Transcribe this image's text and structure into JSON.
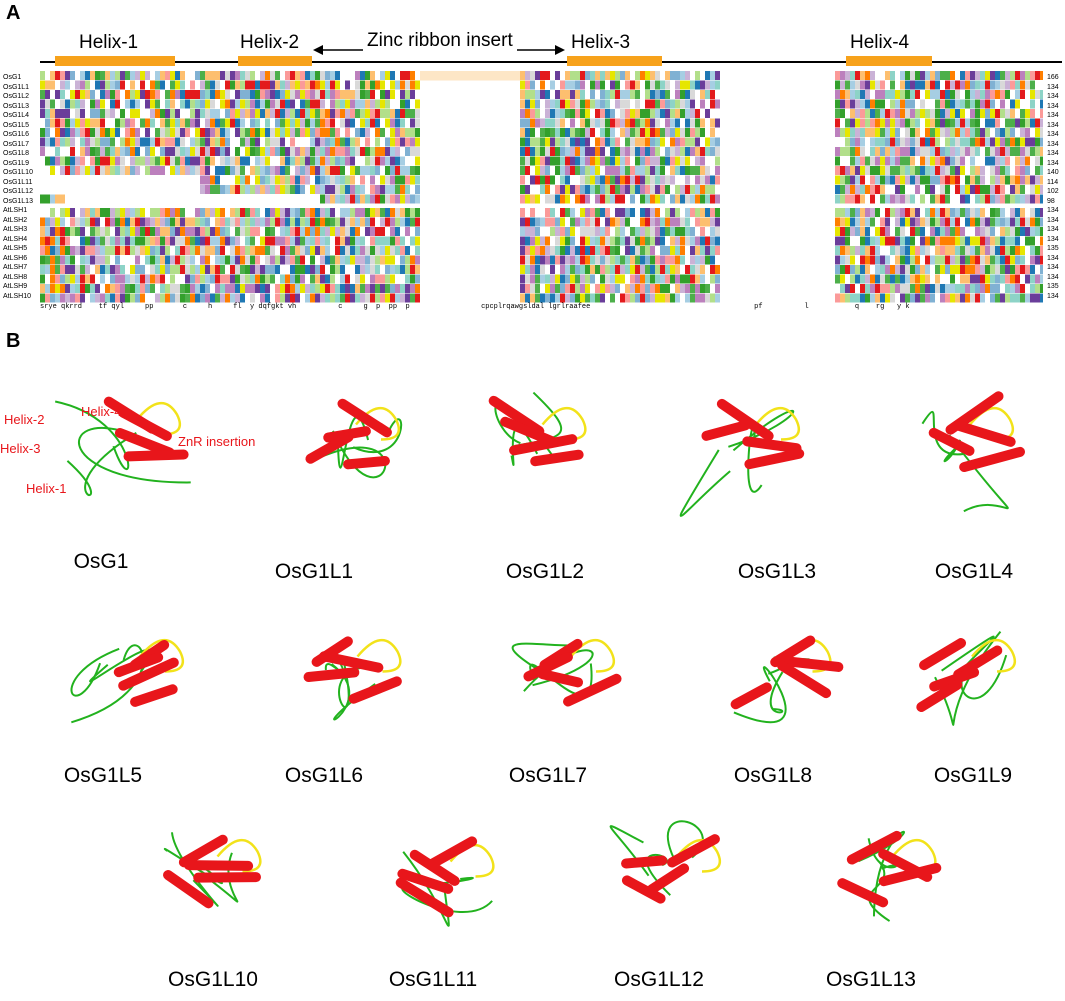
{
  "panel_a": {
    "letter": "A",
    "helices": [
      {
        "label": "Helix-1",
        "name": "helix-1"
      },
      {
        "label": "Helix-2",
        "name": "helix-2"
      },
      {
        "label": "Helix-3",
        "name": "helix-3"
      },
      {
        "label": "Helix-4",
        "name": "helix-4"
      }
    ],
    "zinc_ribbon_label": "Zinc ribbon insert",
    "sequences": [
      {
        "name": "OsG1",
        "length": "166"
      },
      {
        "name": "OsG1L1",
        "length": "134"
      },
      {
        "name": "OsG1L2",
        "length": "134"
      },
      {
        "name": "OsG1L3",
        "length": "134"
      },
      {
        "name": "OsG1L4",
        "length": "134"
      },
      {
        "name": "OsG1L5",
        "length": "134"
      },
      {
        "name": "OsG1L6",
        "length": "134"
      },
      {
        "name": "OsG1L7",
        "length": "134"
      },
      {
        "name": "OsG1L8",
        "length": "134"
      },
      {
        "name": "OsG1L9",
        "length": "134"
      },
      {
        "name": "OsG1L10",
        "length": "140"
      },
      {
        "name": "OsG1L11",
        "length": "114"
      },
      {
        "name": "OsG1L12",
        "length": "102"
      },
      {
        "name": "OsG1L13",
        "length": "98"
      },
      {
        "name": "AtLSH1",
        "length": "134"
      },
      {
        "name": "AtLSH2",
        "length": "134"
      },
      {
        "name": "AtLSH3",
        "length": "134"
      },
      {
        "name": "AtLSH4",
        "length": "134"
      },
      {
        "name": "AtLSH5",
        "length": "135"
      },
      {
        "name": "AtLSH6",
        "length": "134"
      },
      {
        "name": "AtLSH7",
        "length": "134"
      },
      {
        "name": "AtLSH8",
        "length": "134"
      },
      {
        "name": "AtLSH9",
        "length": "135"
      },
      {
        "name": "AtLSH10",
        "length": "134"
      }
    ],
    "consensus": "srye qkrrd    tf qyl     pp       c     h     fl  y dqfgkt vh          c     g  p  pp  p                 cpcplrqawgsldal lgrlraafee                                       pf          l           q    rg   y k",
    "colors": {
      "helix": "#f7a21b"
    }
  },
  "panel_b": {
    "letter": "B",
    "annotations": {
      "helix2": "Helix-2",
      "helix4": "Helix-4",
      "helix3": "Helix-3",
      "helix1": "Helix-1",
      "znr": "ZnR insertion"
    },
    "structures": [
      {
        "label": "OsG1"
      },
      {
        "label": "OsG1L1"
      },
      {
        "label": "OsG1L2"
      },
      {
        "label": "OsG1L3"
      },
      {
        "label": "OsG1L4"
      },
      {
        "label": "OsG1L5"
      },
      {
        "label": "OsG1L6"
      },
      {
        "label": "OsG1L7"
      },
      {
        "label": "OsG1L8"
      },
      {
        "label": "OsG1L9"
      },
      {
        "label": "OsG1L10"
      },
      {
        "label": "OsG1L11"
      },
      {
        "label": "OsG1L12"
      },
      {
        "label": "OsG1L13"
      }
    ],
    "colors": {
      "helix": "#e8161b",
      "coil": "#22b21e",
      "znr": "#f2e21a"
    }
  }
}
